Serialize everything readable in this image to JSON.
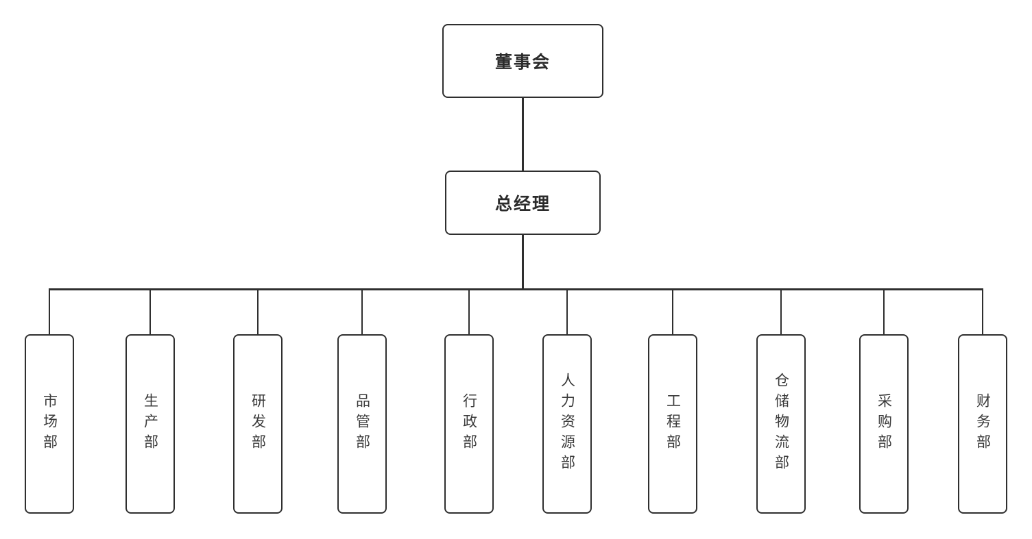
{
  "chart": {
    "type": "org-chart",
    "root": {
      "label": "董事会"
    },
    "manager": {
      "label": "总经理"
    },
    "departments": [
      {
        "label": "市场部"
      },
      {
        "label": "生产部"
      },
      {
        "label": "研发部"
      },
      {
        "label": "品管部"
      },
      {
        "label": "行政部"
      },
      {
        "label": "人力资源部"
      },
      {
        "label": "工程部"
      },
      {
        "label": "仓储物流部"
      },
      {
        "label": "采购部"
      },
      {
        "label": "财务部"
      }
    ],
    "colors": {
      "line": "#2f2f2f",
      "box_border": "#2f2f2f",
      "header_text": "#2b2b2b",
      "department_text": "#3a3a3a",
      "background": "#ffffff"
    }
  }
}
